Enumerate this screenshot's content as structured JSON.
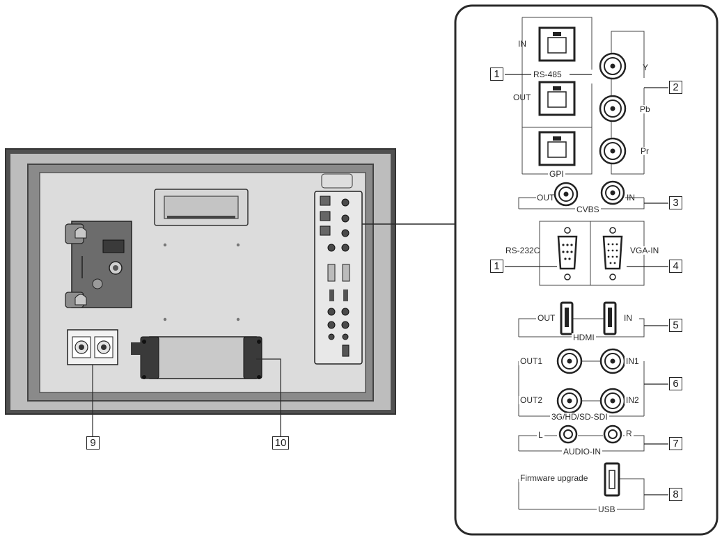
{
  "callouts": {
    "c1a": "1",
    "c1b": "1",
    "c2": "2",
    "c3": "3",
    "c4": "4",
    "c5": "5",
    "c6": "6",
    "c7": "7",
    "c8": "8",
    "c9": "9",
    "c10": "10"
  },
  "labels": {
    "rs485_in": "IN",
    "rs485_out": "OUT",
    "rs485": "RS-485",
    "gpi": "GPI",
    "y": "Y",
    "pb": "Pb",
    "pr": "Pr",
    "cvbs_out": "OUT",
    "cvbs_in": "IN",
    "cvbs": "CVBS",
    "rs232c": "RS-232C",
    "vga_in": "VGA-IN",
    "hdmi_out": "OUT",
    "hdmi_in": "IN",
    "hdmi": "HDMI",
    "sdi_out1": "OUT1",
    "sdi_in1": "IN1",
    "sdi_out2": "OUT2",
    "sdi_in2": "IN2",
    "sdi": "3G/HD/SD-SDI",
    "audio_l": "L",
    "audio_r": "R",
    "audio_in": "AUDIO-IN",
    "firmware": "Firmware upgrade",
    "usb": "USB"
  },
  "colors": {
    "panel_frame": "#505050",
    "panel_face": "#d6d6d6",
    "panel_inner": "#dcdcdc",
    "line": "#2a2a2a"
  }
}
